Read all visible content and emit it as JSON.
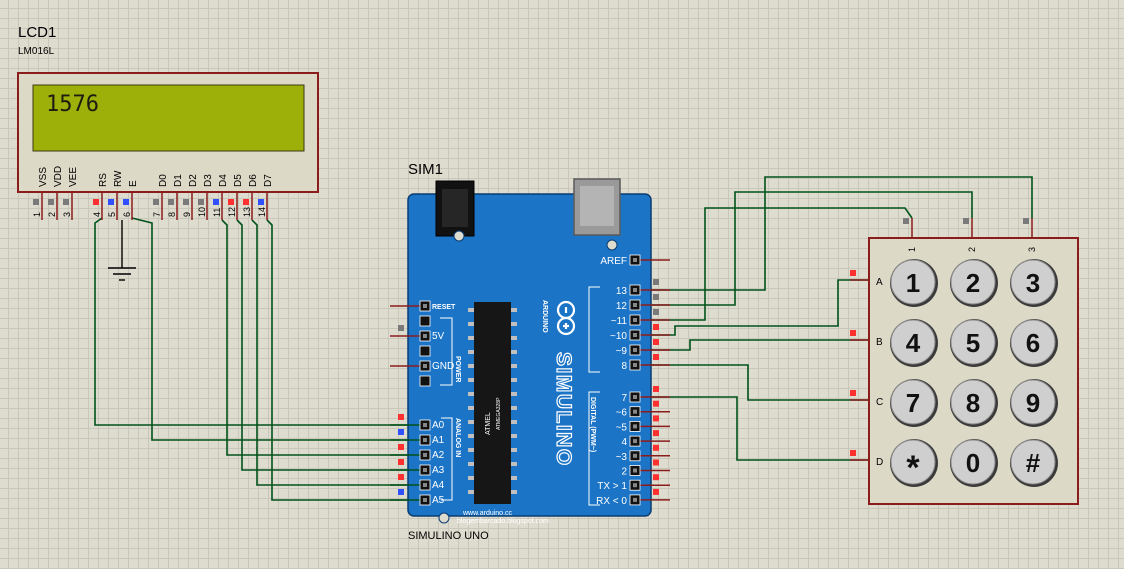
{
  "lcd": {
    "ref": "LCD1",
    "model": "LM016L",
    "display_text": "1576",
    "pin_names": [
      "VSS",
      "VDD",
      "VEE",
      "RS",
      "RW",
      "E",
      "D0",
      "D1",
      "D2",
      "D3",
      "D4",
      "D5",
      "D6",
      "D7"
    ],
    "pin_numbers": [
      "1",
      "2",
      "3",
      "4",
      "5",
      "6",
      "7",
      "8",
      "9",
      "10",
      "11",
      "12",
      "13",
      "14"
    ]
  },
  "arduino": {
    "ref": "SIM1",
    "model": "SIMULINO UNO",
    "brand": "SIMULINO",
    "arduino_label": "ARDUINO",
    "chip_line1": "ATMEL",
    "chip_line2": "ATMEGA328P",
    "url1": "www.arduino.cc",
    "url2": "blogembarcado.blogspot.com",
    "power_header": "POWER",
    "analog_header": "ANALOG IN",
    "digital_header": "DIGITAL (PWM~)",
    "power_pins": [
      "RESET",
      "5V",
      "GND"
    ],
    "analog_pins": [
      "A0",
      "A1",
      "A2",
      "A3",
      "A4",
      "A5"
    ],
    "digital_top": [
      "AREF",
      "13",
      "12",
      "~11",
      "~10",
      "~9",
      "8"
    ],
    "digital_bottom": [
      "7",
      "~6",
      "~5",
      "4",
      "~3",
      "2",
      "TX > 1",
      "RX < 0"
    ]
  },
  "keypad": {
    "col_labels": [
      "1",
      "2",
      "3"
    ],
    "row_labels": [
      "A",
      "B",
      "C",
      "D"
    ],
    "keys": [
      "1",
      "2",
      "3",
      "4",
      "5",
      "6",
      "7",
      "8",
      "9",
      "*",
      "0",
      "#"
    ]
  },
  "colors": {
    "board": "#1c74c6",
    "lcd_screen": "#9db00a",
    "frame": "#8b1c1c",
    "wire": "#00521a",
    "pin_red": "#ff3030",
    "pin_blue": "#3050ff",
    "pin_gray": "#7a7a7a"
  }
}
